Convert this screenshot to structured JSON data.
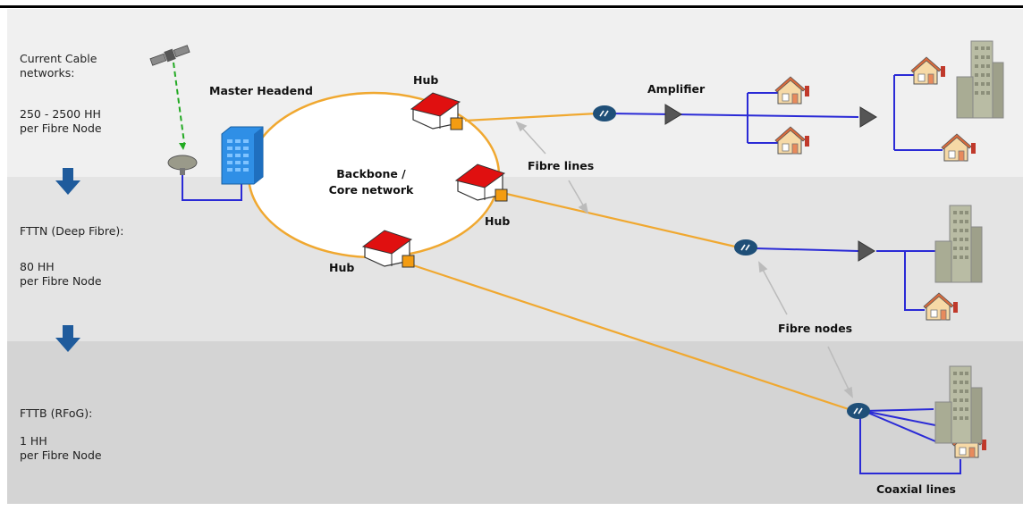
{
  "left_panel": {
    "current": "Current Cable\nnetworks:",
    "current_hh": "250 - 2500 HH\nper Fibre Node",
    "fttn": "FTTN (Deep Fibre):",
    "fttn_hh": "80 HH\nper Fibre Node",
    "fttb": "FTTB (RFoG):",
    "fttb_hh": "1 HH\nper Fibre Node"
  },
  "labels": {
    "master_headend": "Master Headend",
    "backbone": "Backbone /\nCore network",
    "hub_top": "Hub",
    "hub_right": "Hub",
    "hub_bottom": "Hub",
    "amplifier": "Amplifier",
    "fibre_lines": "Fibre lines",
    "fibre_nodes": "Fibre nodes",
    "coaxial_lines": "Coaxial lines"
  },
  "colors": {
    "fibre": "#f0a830",
    "coax": "#2a2ad6",
    "band_top": "#f0f0f0",
    "band_mid": "#e4e4e4",
    "band_bottom": "#d4d4d4",
    "arrow": "#1f5b9c",
    "node": "#1f4f78",
    "hub_roof": "#e01010"
  },
  "icons": [
    "satellite-icon",
    "satellite-dish-icon",
    "headend-building-icon",
    "hub-house-icon",
    "fibre-node-icon",
    "amplifier-icon",
    "house-icon",
    "apartment-building-icon",
    "down-arrow-icon"
  ]
}
